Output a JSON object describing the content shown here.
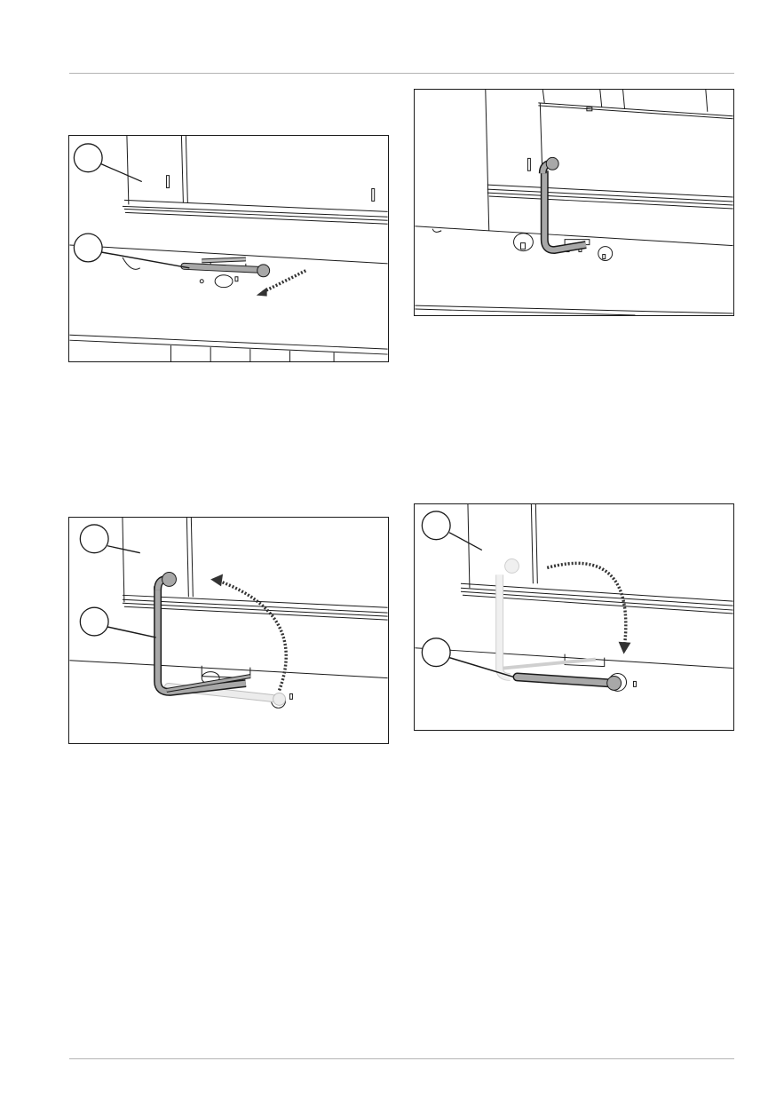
{
  "page": {
    "figures": [
      {
        "id": "fig1",
        "description_name": "hose-removal-figure",
        "callouts": [
          "",
          ""
        ]
      },
      {
        "id": "fig2",
        "description_name": "hose-raised-figure",
        "callouts": []
      },
      {
        "id": "fig3",
        "description_name": "hose-swing-up-figure",
        "callouts": [
          "",
          ""
        ]
      },
      {
        "id": "fig4",
        "description_name": "hose-swing-down-figure",
        "callouts": [
          "",
          ""
        ]
      }
    ]
  },
  "colors": {
    "line": "#1a1a1a",
    "hose": "#a8a8a8",
    "hose_ghost": "#e6e6e6",
    "arrow": "#333333"
  }
}
